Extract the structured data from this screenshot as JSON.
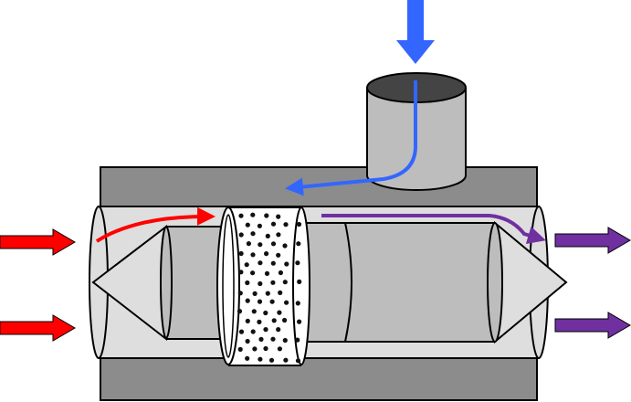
{
  "diagram": {
    "type": "flow-schematic",
    "colors": {
      "housing": "#8c8c8c",
      "tube": "#dedede",
      "body": "#bdbdbd",
      "insert": "#ffffff",
      "insert_dots": "#111111",
      "outline": "#000000",
      "inlet_arrow": "#ff0000",
      "injection_arrow": "#3366ff",
      "outlet_arrow": "#7030a0"
    },
    "icons": {
      "inlet": "arrow-right-icon",
      "injection": "arrow-down-icon",
      "outlet": "arrow-right-icon"
    },
    "arrows": {
      "inlet_count": 2,
      "injection_count": 1,
      "outlet_count": 2
    }
  }
}
